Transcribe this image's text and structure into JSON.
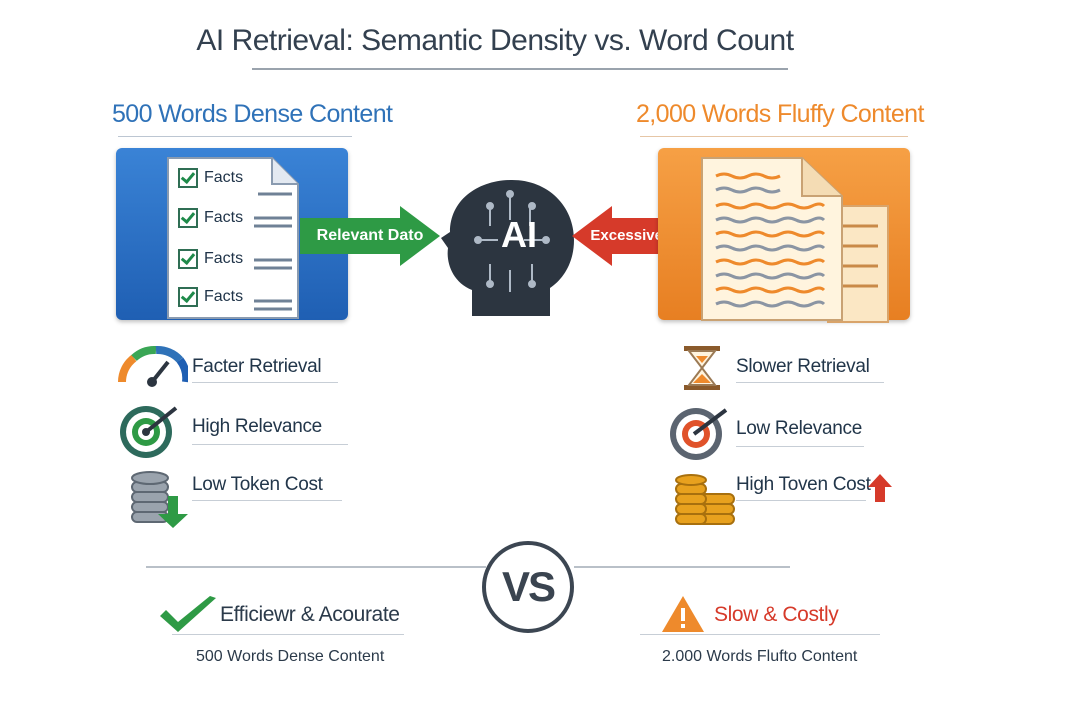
{
  "title": "AI Retrieval: Semantic Density vs. Word Count",
  "left": {
    "heading": "500 Words Dense Content",
    "facts": [
      "Facts",
      "Facts",
      "Facts",
      "Facts"
    ],
    "arrow_label": "Relevant Dato",
    "metrics": [
      "Facter Retrieval",
      "High Relevance",
      "Low Token Cost"
    ],
    "verdict": "Efficiewr & Acourate",
    "subtitle": "500 Words  Dense Content"
  },
  "center": {
    "brain_label": "AI",
    "vs_label": "VS"
  },
  "right": {
    "heading": "2,000 Words Fluffy Content",
    "arrow_label": "Excessive Data",
    "metrics": [
      "Slower Retrieval",
      "Low Relevance",
      "High Toven Cost"
    ],
    "verdict": "Slow &  Costly",
    "subtitle": "2.000 Words Flufto Content"
  },
  "colors": {
    "blue": "#2f72b8",
    "orange": "#ee8a2c",
    "green": "#2e9a45",
    "red": "#d63a2a",
    "dark": "#2c3540"
  }
}
